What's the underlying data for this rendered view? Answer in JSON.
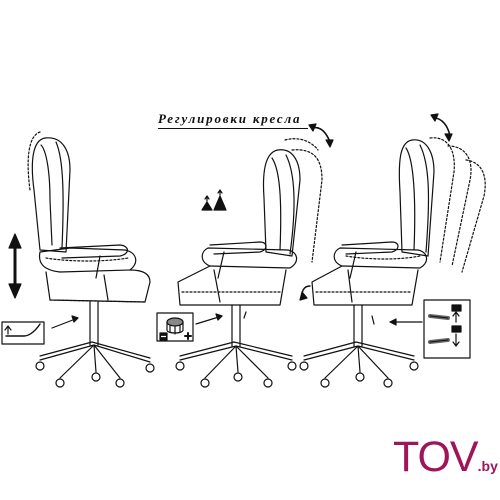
{
  "title": "Регулировки кресла",
  "brand": {
    "name": "TOV",
    "suffix": ".by",
    "color": "#a0145a"
  },
  "icons": {
    "height_arrow": "double-vertical-arrow-icon",
    "tilt_lever": "gas-lift-lever-icon",
    "tension_knob": "tension-knob-icon",
    "armrest": "armrest-adjust-icon",
    "recline_lever": "recline-lever-icon",
    "rotate": "rotate-arrow-icon"
  },
  "symbols": {
    "minus": "−",
    "plus": "+"
  }
}
